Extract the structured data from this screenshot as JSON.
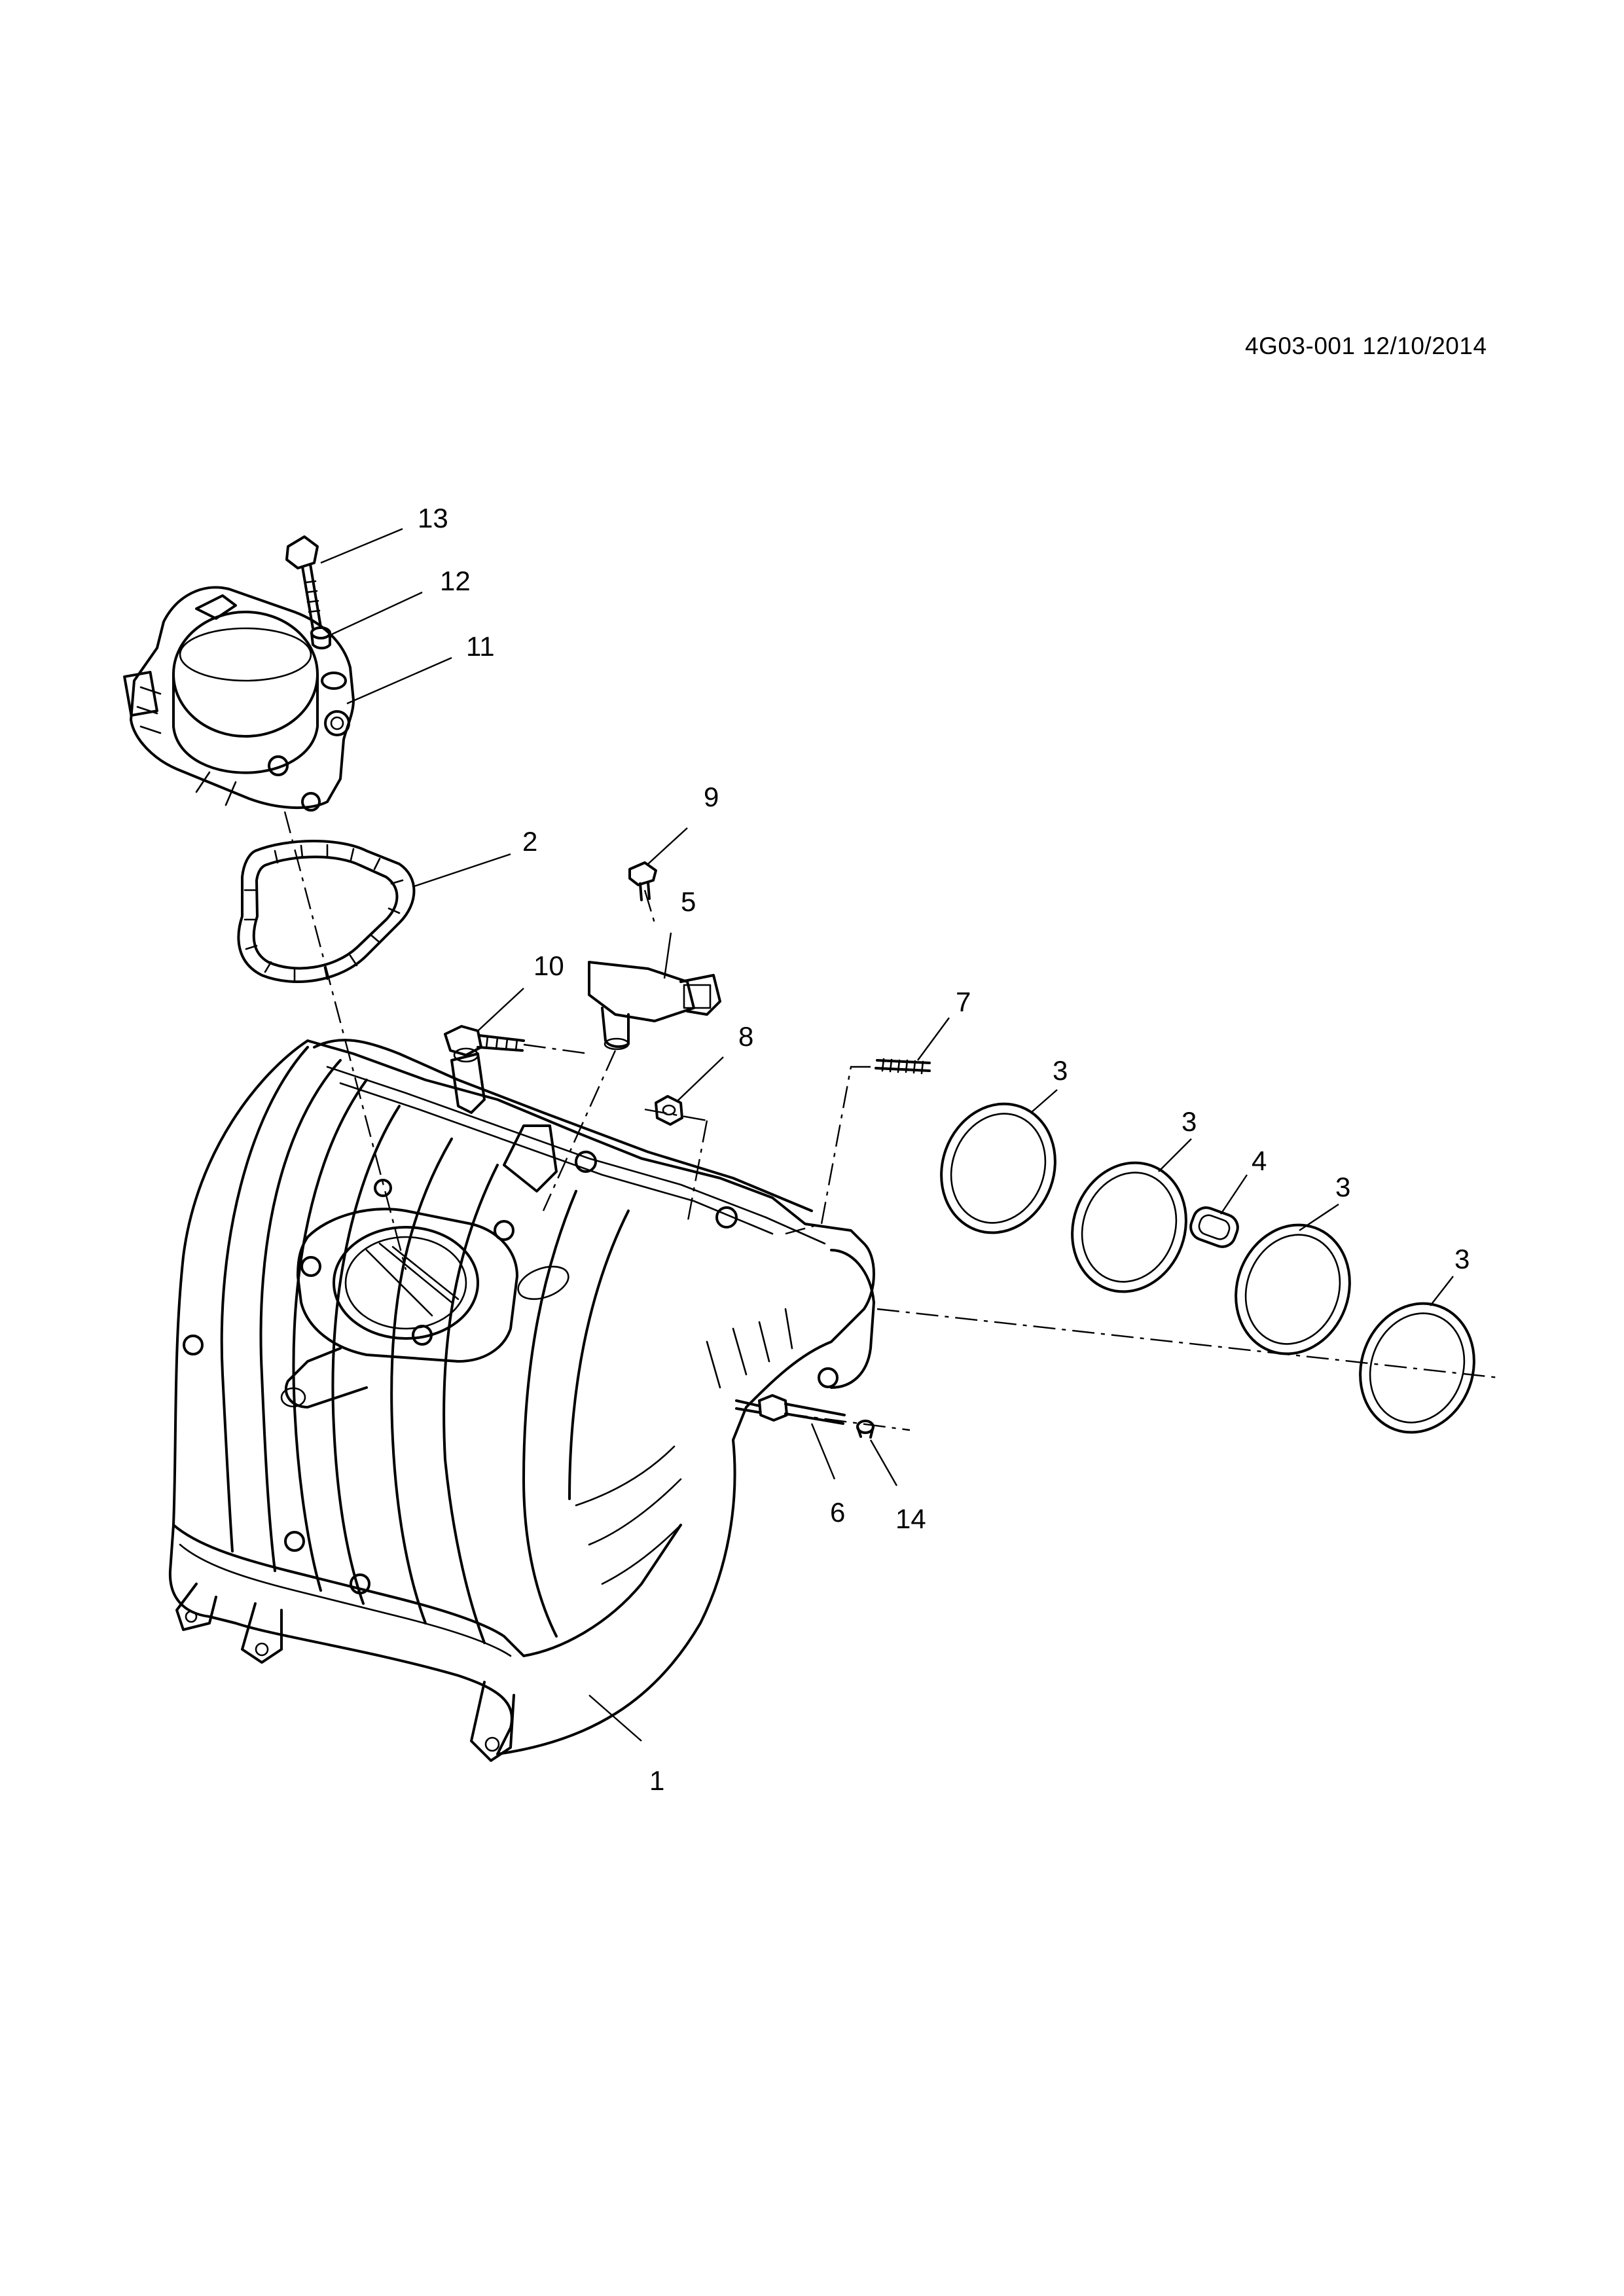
{
  "document": {
    "reference": "4G03-001 12/10/2014"
  },
  "diagram": {
    "callouts": [
      {
        "id": "c13",
        "label": "13"
      },
      {
        "id": "c12",
        "label": "12"
      },
      {
        "id": "c11",
        "label": "11"
      },
      {
        "id": "c9",
        "label": "9"
      },
      {
        "id": "c2",
        "label": "2"
      },
      {
        "id": "c5",
        "label": "5"
      },
      {
        "id": "c10",
        "label": "10"
      },
      {
        "id": "c7",
        "label": "7"
      },
      {
        "id": "c8",
        "label": "8"
      },
      {
        "id": "c3a",
        "label": "3"
      },
      {
        "id": "c3b",
        "label": "3"
      },
      {
        "id": "c4",
        "label": "4"
      },
      {
        "id": "c3c",
        "label": "3"
      },
      {
        "id": "c3d",
        "label": "3"
      },
      {
        "id": "c6",
        "label": "6"
      },
      {
        "id": "c14",
        "label": "14"
      },
      {
        "id": "c1",
        "label": "1"
      }
    ]
  }
}
